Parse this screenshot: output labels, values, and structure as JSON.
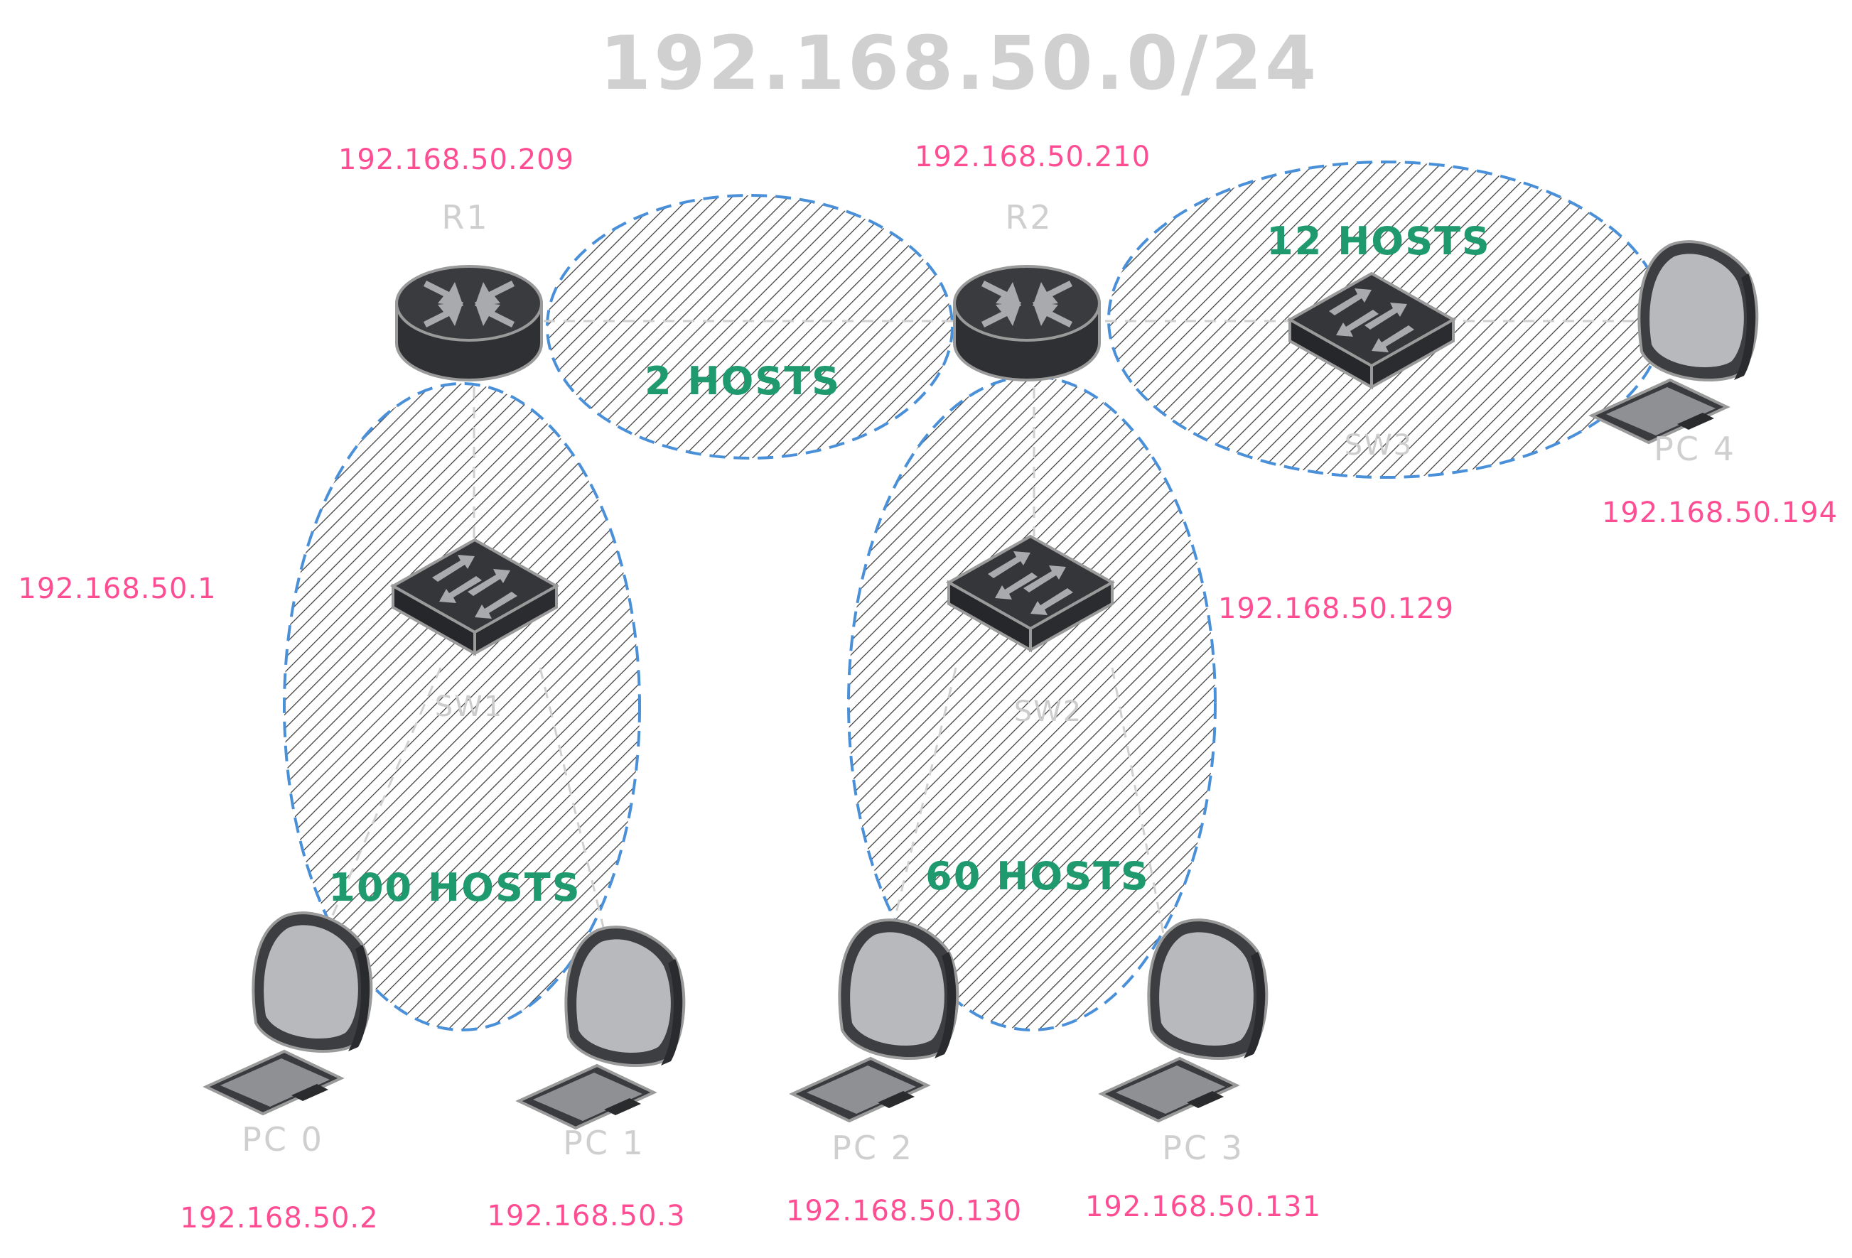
{
  "title": "192.168.50.0/24",
  "devices": {
    "r1": {
      "label": "R1",
      "ip": "192.168.50.209"
    },
    "r2": {
      "label": "R2",
      "ip": "192.168.50.210"
    },
    "sw1": {
      "label": "SW1"
    },
    "sw2": {
      "label": "SW2"
    },
    "sw3": {
      "label": "SW3"
    },
    "pc0": {
      "label": "PC 0",
      "ip": "192.168.50.2"
    },
    "pc1": {
      "label": "PC 1",
      "ip": "192.168.50.3"
    },
    "pc2": {
      "label": "PC 2",
      "ip": "192.168.50.130"
    },
    "pc3": {
      "label": "PC 3",
      "ip": "192.168.50.131"
    },
    "pc4": {
      "label": "PC 4",
      "ip": "192.168.50.194"
    }
  },
  "subnets": {
    "lan1": {
      "hosts": "100 HOSTS",
      "gateway_ip": "192.168.50.1"
    },
    "lan2": {
      "hosts": "60 HOSTS",
      "gateway_ip": "192.168.50.129"
    },
    "lan3": {
      "hosts": "12 HOSTS"
    },
    "wan": {
      "hosts": "2 HOSTS"
    }
  },
  "colors": {
    "ip": "#ff4d94",
    "hosts": "#1e9a6e",
    "zone_border": "#4a90d9",
    "labels": "#cfcfcf"
  }
}
